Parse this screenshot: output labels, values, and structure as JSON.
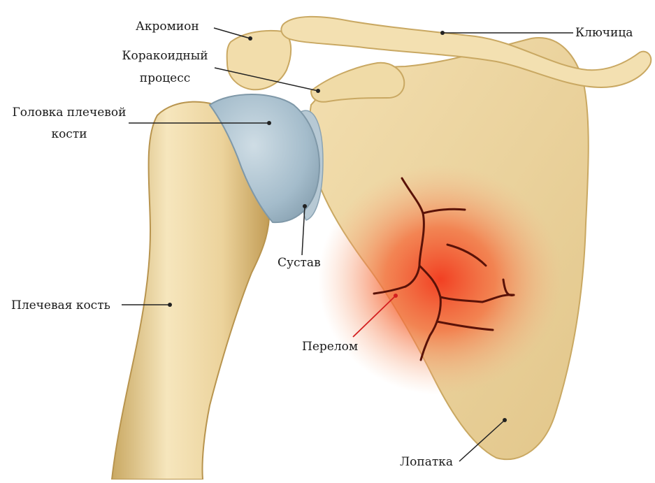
{
  "labels": {
    "acromion": "Акромион",
    "clavicle": "Ключица",
    "coracoid_line1": "Коракоидный",
    "coracoid_line2": "процесс",
    "humeral_head_line1": "Головка плечевой",
    "humeral_head_line2": "кости",
    "joint": "Сустав",
    "humerus": "Плечевая кость",
    "fracture": "Перелом",
    "scapula": "Лопатка"
  },
  "colors": {
    "bone": "#f1dcaa",
    "bone_shadow": "#c9a862",
    "cartilage": "#a9c0cc",
    "fracture_glow": "#f04a22",
    "crack": "#5a1208",
    "leader_line": "#222222",
    "fracture_leader": "#d42020"
  }
}
